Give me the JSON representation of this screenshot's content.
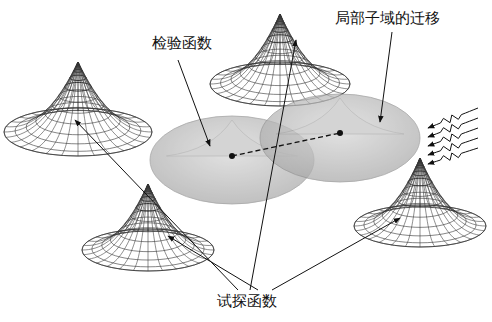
{
  "diagram": {
    "labels": [
      "检验函数",
      "局部子域的迁移",
      "试探函数"
    ]
  }
}
